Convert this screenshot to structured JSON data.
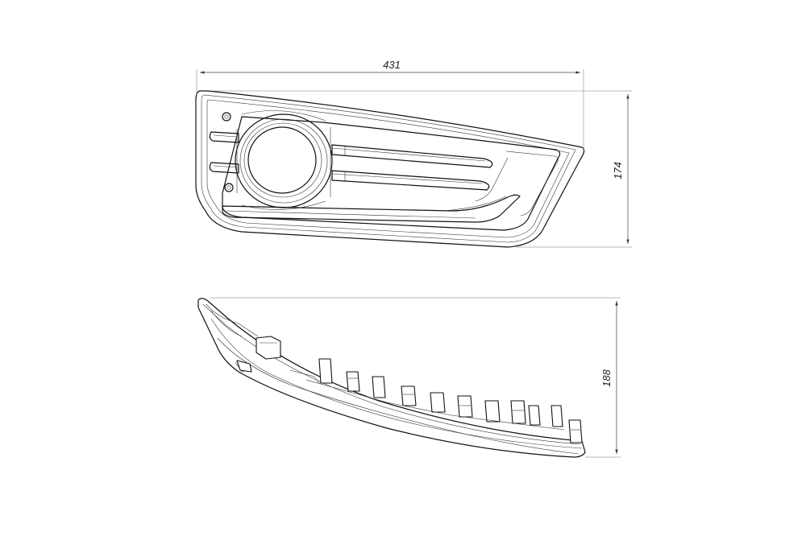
{
  "dimensions": {
    "width_label": "431",
    "height_front_label": "174",
    "height_side_label": "188"
  },
  "icons": {
    "arrowheads": "dimension-arrow-icon"
  }
}
